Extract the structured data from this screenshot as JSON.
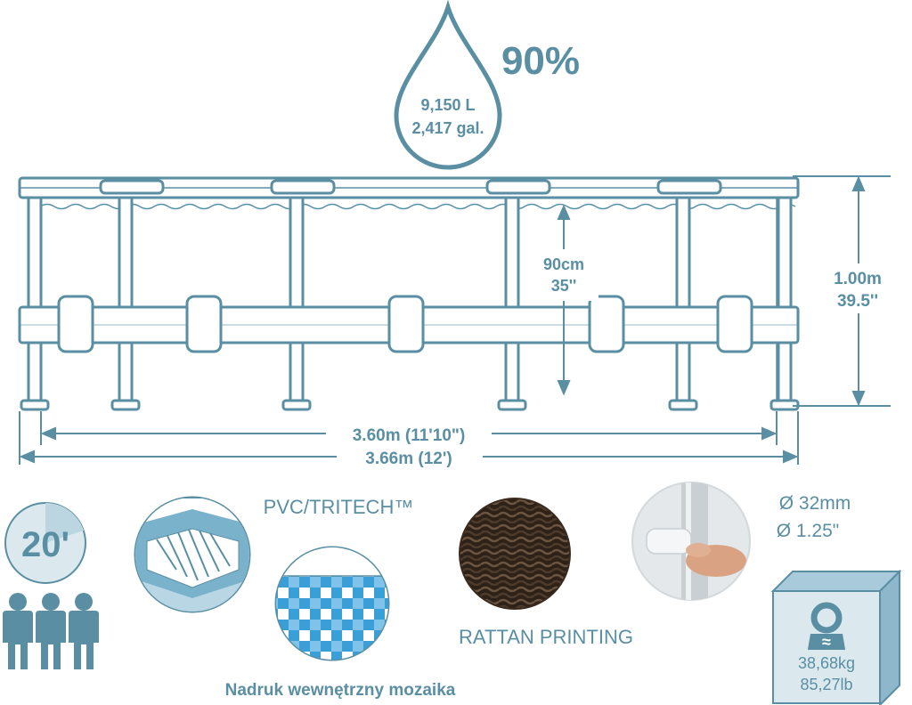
{
  "water": {
    "fill_percent": "90%",
    "liters": "9,150 L",
    "gallons": "2,417 gal."
  },
  "dimensions": {
    "inner_diameter": "3.60m (11'10\")",
    "outer_diameter": "3.66m (12')",
    "water_height_cm": "90cm",
    "water_height_in": "35''",
    "pool_height_m": "1.00m",
    "pool_height_in": "39.5''"
  },
  "features": {
    "setup_time": "20'",
    "material": "PVC/TRITECH™",
    "liner_label": "Nadruk wewnętrzny mozaika",
    "rattan_label": "RATTAN PRINTING",
    "connector_mm": "Ø 32mm",
    "connector_in": "Ø 1.25\"",
    "weight_approx": "≈",
    "weight_kg": "38,68kg",
    "weight_lb": "85,27lb"
  },
  "colors": {
    "line": "#5a8fa3",
    "fill_light": "#dbe9ef",
    "accent_blue": "#3a9fd6",
    "rattan": "#3b2a1e"
  },
  "icons": {
    "people": "three-people-icon",
    "clock": "clock-icon",
    "weight": "weight-box-icon",
    "drop": "water-drop-icon"
  }
}
